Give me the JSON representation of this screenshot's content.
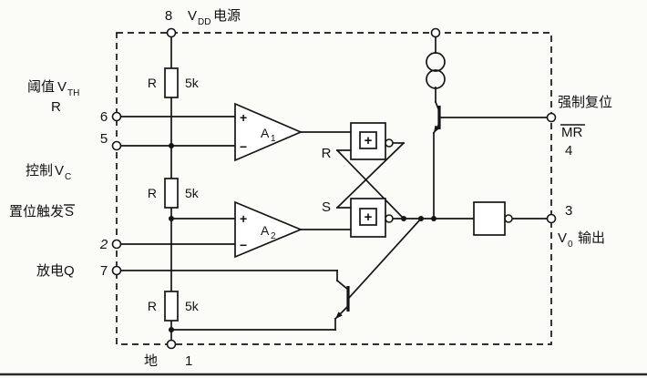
{
  "figure": {
    "top": {
      "pin8": "8",
      "vdd_v": "V",
      "vdd_sub": "DD",
      "vdd_rest": "电源"
    },
    "left": {
      "threshold_cjk": "阈值",
      "threshold_v": "V",
      "threshold_sub": "TH",
      "threshold_r": "R",
      "pin6": "6",
      "pin5": "5",
      "control_cjk": "控制",
      "control_v": "V",
      "control_sub": "C",
      "trigger_cjk": "置位触发",
      "trigger_s": "S",
      "pin2": "2",
      "discharge": "放电Q",
      "pin7": "7"
    },
    "bottom": {
      "ground": "地",
      "pin1": "1"
    },
    "right": {
      "reset_cjk": "强制复位",
      "reset_mr": "MR",
      "pin4": "4",
      "pin3": "3",
      "out_v": "V",
      "out_sub": "0",
      "out_rest": "输出"
    },
    "resistors": [
      {
        "name": "R",
        "value": "5k"
      },
      {
        "name": "R",
        "value": "5k"
      },
      {
        "name": "R",
        "value": "5k"
      }
    ],
    "comparators": [
      {
        "name": "A",
        "sub": "1",
        "plus": "+",
        "minus": "−"
      },
      {
        "name": "A",
        "sub": "2",
        "plus": "+",
        "minus": "−"
      }
    ],
    "flipflop": {
      "r_label": "R",
      "s_label": "S",
      "gate1_symbol": "+",
      "gate2_symbol": "+"
    }
  }
}
